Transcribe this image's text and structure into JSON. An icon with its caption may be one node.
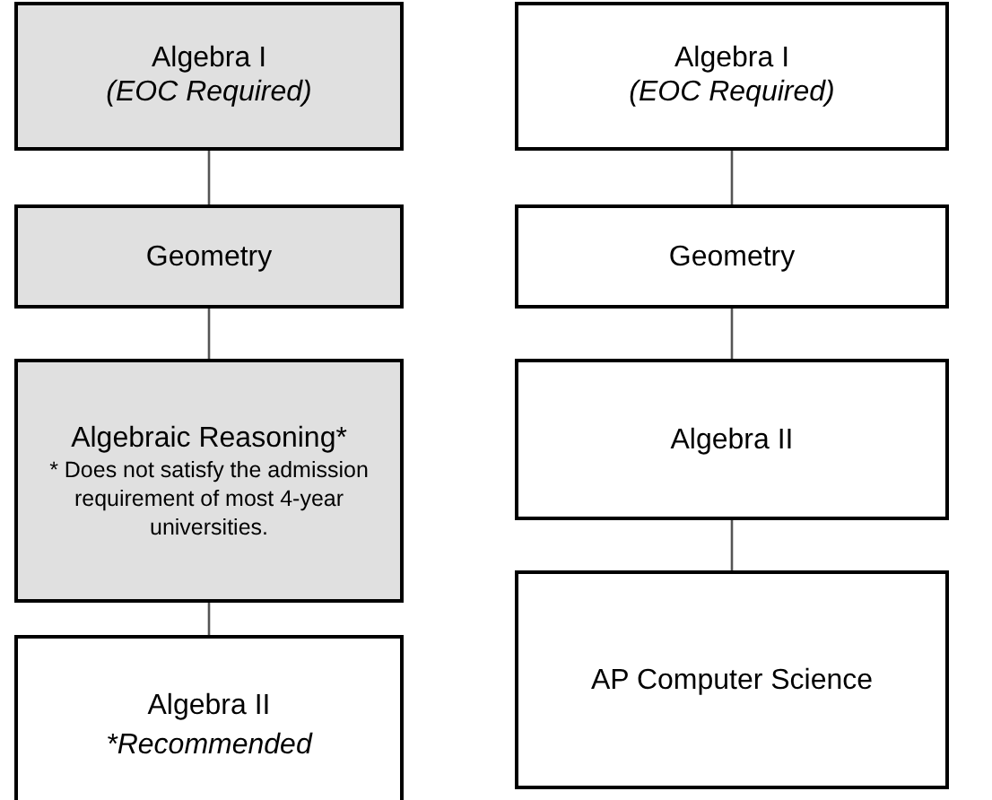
{
  "diagram": {
    "nodes": [
      {
        "text": [
          "Algebra I",
          "(EOC Required)"
        ]
      },
      {
        "text": [
          "Geometry"
        ]
      },
      {
        "text": [
          "Algebraic Reasoning*",
          "* Does not satisfy the admission requirement of most 4-year universities."
        ]
      },
      {
        "text": [
          "Algebra II",
          "*Recommended"
        ]
      },
      {
        "text": [
          "Algebra I",
          "(EOC Required)"
        ]
      },
      {
        "text": [
          "Geometry"
        ]
      },
      {
        "text": [
          "Algebra II"
        ]
      },
      {
        "text": [
          "AP Computer Science"
        ]
      }
    ],
    "edges": [
      {
        "from": 0,
        "to": 1,
        "arrow": "none"
      },
      {
        "from": 1,
        "to": 2,
        "arrow": "none"
      },
      {
        "from": 2,
        "to": 3,
        "arrow": "none"
      },
      {
        "from": 4,
        "to": 5,
        "arrow": "none"
      },
      {
        "from": 5,
        "to": 6,
        "arrow": "none"
      },
      {
        "from": 6,
        "to": 7,
        "arrow": "none"
      }
    ]
  }
}
